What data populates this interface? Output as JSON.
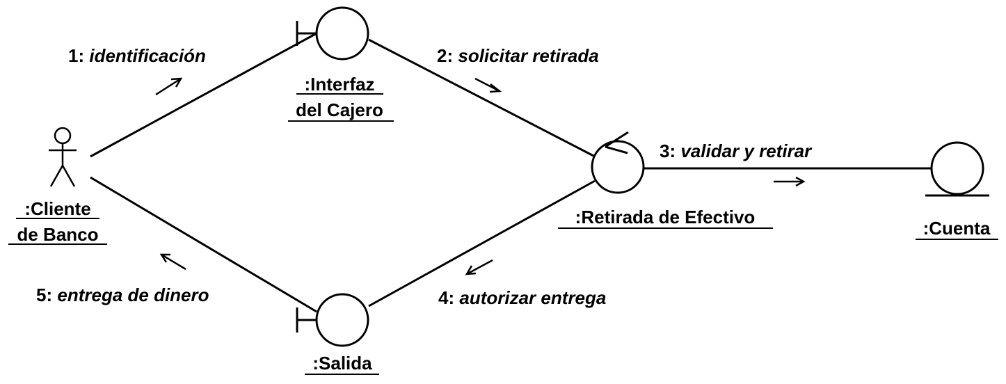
{
  "objects": {
    "client": {
      "line1": ":Cliente",
      "line2": "de Banco"
    },
    "interface": {
      "line1": ":Interfaz",
      "line2": "del Cajero"
    },
    "withdrawal": {
      "line1": ":Retirada de Efectivo"
    },
    "account": {
      "line1": ":Cuenta"
    },
    "output": {
      "line1": ":Salida"
    }
  },
  "messages": [
    {
      "number": "1:",
      "text": "identificación"
    },
    {
      "number": "2:",
      "text": "solicitar retirada"
    },
    {
      "number": "3:",
      "text": "validar y retirar"
    },
    {
      "number": "4:",
      "text": "autorizar entrega"
    },
    {
      "number": "5:",
      "text": "entrega de dinero"
    }
  ]
}
